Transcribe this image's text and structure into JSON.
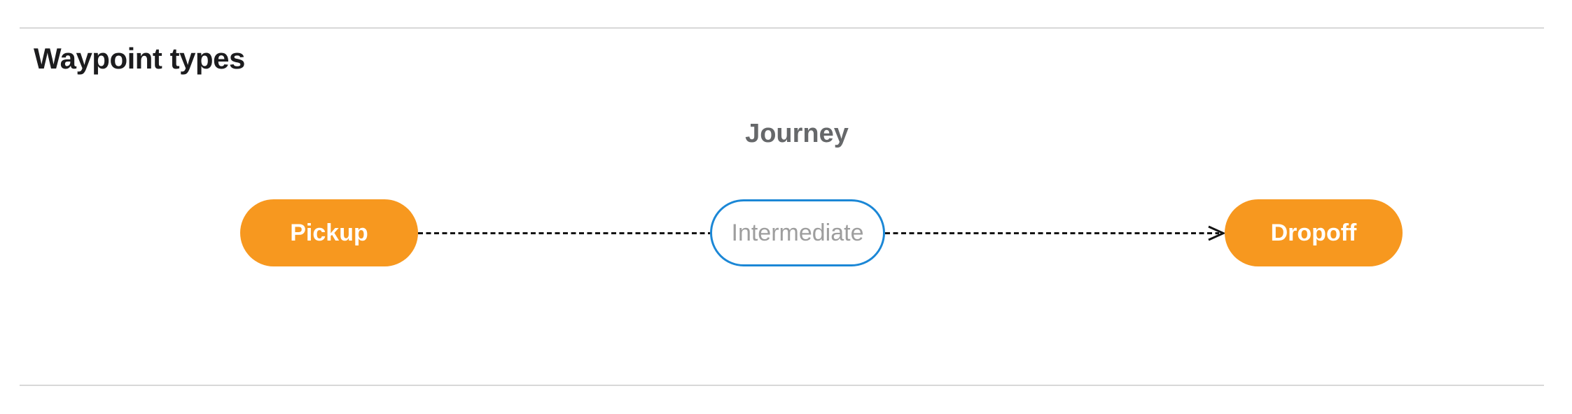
{
  "section": {
    "title": "Waypoint types"
  },
  "diagram": {
    "title": "Journey",
    "nodes": [
      {
        "id": "pickup",
        "label": "Pickup",
        "style": "filled-orange"
      },
      {
        "id": "intermediate",
        "label": "Intermediate",
        "style": "outlined-blue"
      },
      {
        "id": "dropoff",
        "label": "Dropoff",
        "style": "filled-orange"
      }
    ],
    "connectors": [
      {
        "from": "pickup",
        "to": "intermediate",
        "line": "dashed",
        "arrowhead": false
      },
      {
        "from": "intermediate",
        "to": "dropoff",
        "line": "dashed",
        "arrowhead": true
      }
    ]
  },
  "colors": {
    "node_fill_orange": "#f7981f",
    "node_outline_blue": "#1b87d6",
    "node_text_white": "#ffffff",
    "node_text_gray": "#9e9e9e",
    "journey_label_gray": "#66686a",
    "heading_text": "#1c1c1e",
    "connector_black": "#141414",
    "divider_gray": "#d8d8d8"
  }
}
